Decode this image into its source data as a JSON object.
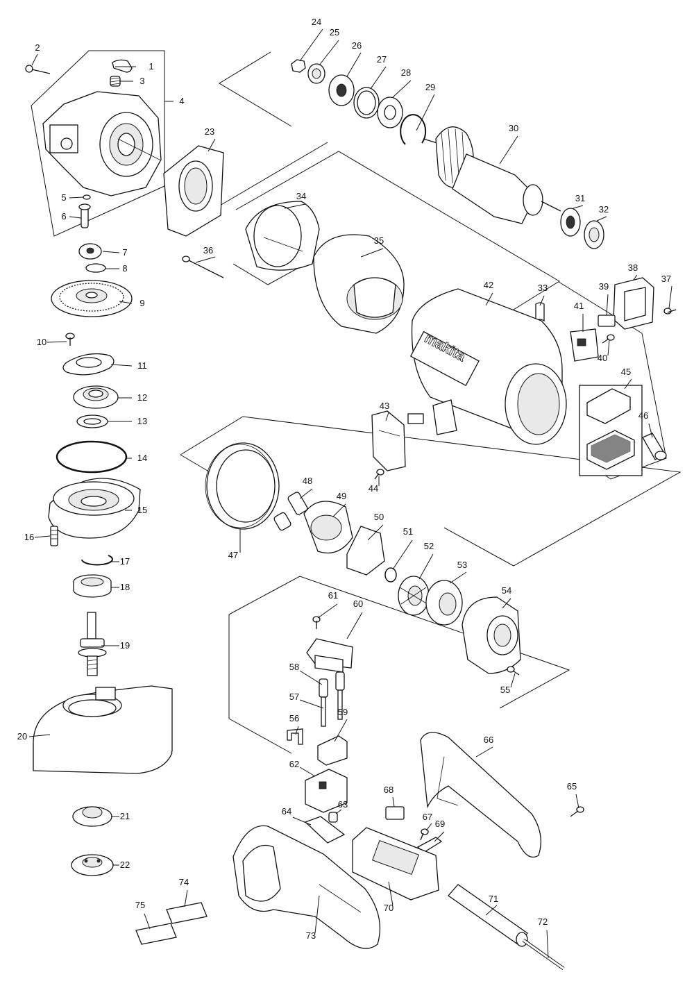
{
  "diagram": {
    "brand_text": "makita",
    "callouts": [
      {
        "id": "1",
        "label": "1"
      },
      {
        "id": "2",
        "label": "2"
      },
      {
        "id": "3",
        "label": "3"
      },
      {
        "id": "4",
        "label": "4"
      },
      {
        "id": "5",
        "label": "5"
      },
      {
        "id": "6",
        "label": "6"
      },
      {
        "id": "7",
        "label": "7"
      },
      {
        "id": "8",
        "label": "8"
      },
      {
        "id": "9",
        "label": "9"
      },
      {
        "id": "10",
        "label": "10"
      },
      {
        "id": "11",
        "label": "11"
      },
      {
        "id": "12",
        "label": "12"
      },
      {
        "id": "13",
        "label": "13"
      },
      {
        "id": "14",
        "label": "14"
      },
      {
        "id": "15",
        "label": "15"
      },
      {
        "id": "16",
        "label": "16"
      },
      {
        "id": "17",
        "label": "17"
      },
      {
        "id": "18",
        "label": "18"
      },
      {
        "id": "19",
        "label": "19"
      },
      {
        "id": "20",
        "label": "20"
      },
      {
        "id": "21",
        "label": "21"
      },
      {
        "id": "22",
        "label": "22"
      },
      {
        "id": "23",
        "label": "23"
      },
      {
        "id": "24",
        "label": "24"
      },
      {
        "id": "25",
        "label": "25"
      },
      {
        "id": "26",
        "label": "26"
      },
      {
        "id": "27",
        "label": "27"
      },
      {
        "id": "28",
        "label": "28"
      },
      {
        "id": "29",
        "label": "29"
      },
      {
        "id": "30",
        "label": "30"
      },
      {
        "id": "31",
        "label": "31"
      },
      {
        "id": "32",
        "label": "32"
      },
      {
        "id": "33",
        "label": "33"
      },
      {
        "id": "34",
        "label": "34"
      },
      {
        "id": "35",
        "label": "35"
      },
      {
        "id": "36",
        "label": "36"
      },
      {
        "id": "37",
        "label": "37"
      },
      {
        "id": "38",
        "label": "38"
      },
      {
        "id": "39",
        "label": "39"
      },
      {
        "id": "40",
        "label": "40"
      },
      {
        "id": "41",
        "label": "41"
      },
      {
        "id": "42",
        "label": "42"
      },
      {
        "id": "43",
        "label": "43"
      },
      {
        "id": "44",
        "label": "44"
      },
      {
        "id": "45",
        "label": "45"
      },
      {
        "id": "46",
        "label": "46"
      },
      {
        "id": "47",
        "label": "47"
      },
      {
        "id": "48",
        "label": "48"
      },
      {
        "id": "49",
        "label": "49"
      },
      {
        "id": "50",
        "label": "50"
      },
      {
        "id": "51",
        "label": "51"
      },
      {
        "id": "52",
        "label": "52"
      },
      {
        "id": "53",
        "label": "53"
      },
      {
        "id": "54",
        "label": "54"
      },
      {
        "id": "55",
        "label": "55"
      },
      {
        "id": "56",
        "label": "56"
      },
      {
        "id": "57",
        "label": "57"
      },
      {
        "id": "58",
        "label": "58"
      },
      {
        "id": "59",
        "label": "59"
      },
      {
        "id": "60",
        "label": "60"
      },
      {
        "id": "61",
        "label": "61"
      },
      {
        "id": "62",
        "label": "62"
      },
      {
        "id": "63",
        "label": "63"
      },
      {
        "id": "64",
        "label": "64"
      },
      {
        "id": "65",
        "label": "65"
      },
      {
        "id": "66",
        "label": "66"
      },
      {
        "id": "67",
        "label": "67"
      },
      {
        "id": "68",
        "label": "68"
      },
      {
        "id": "69",
        "label": "69"
      },
      {
        "id": "70",
        "label": "70"
      },
      {
        "id": "71",
        "label": "71"
      },
      {
        "id": "72",
        "label": "72"
      },
      {
        "id": "73",
        "label": "73"
      },
      {
        "id": "74",
        "label": "74"
      },
      {
        "id": "75",
        "label": "75"
      }
    ]
  }
}
